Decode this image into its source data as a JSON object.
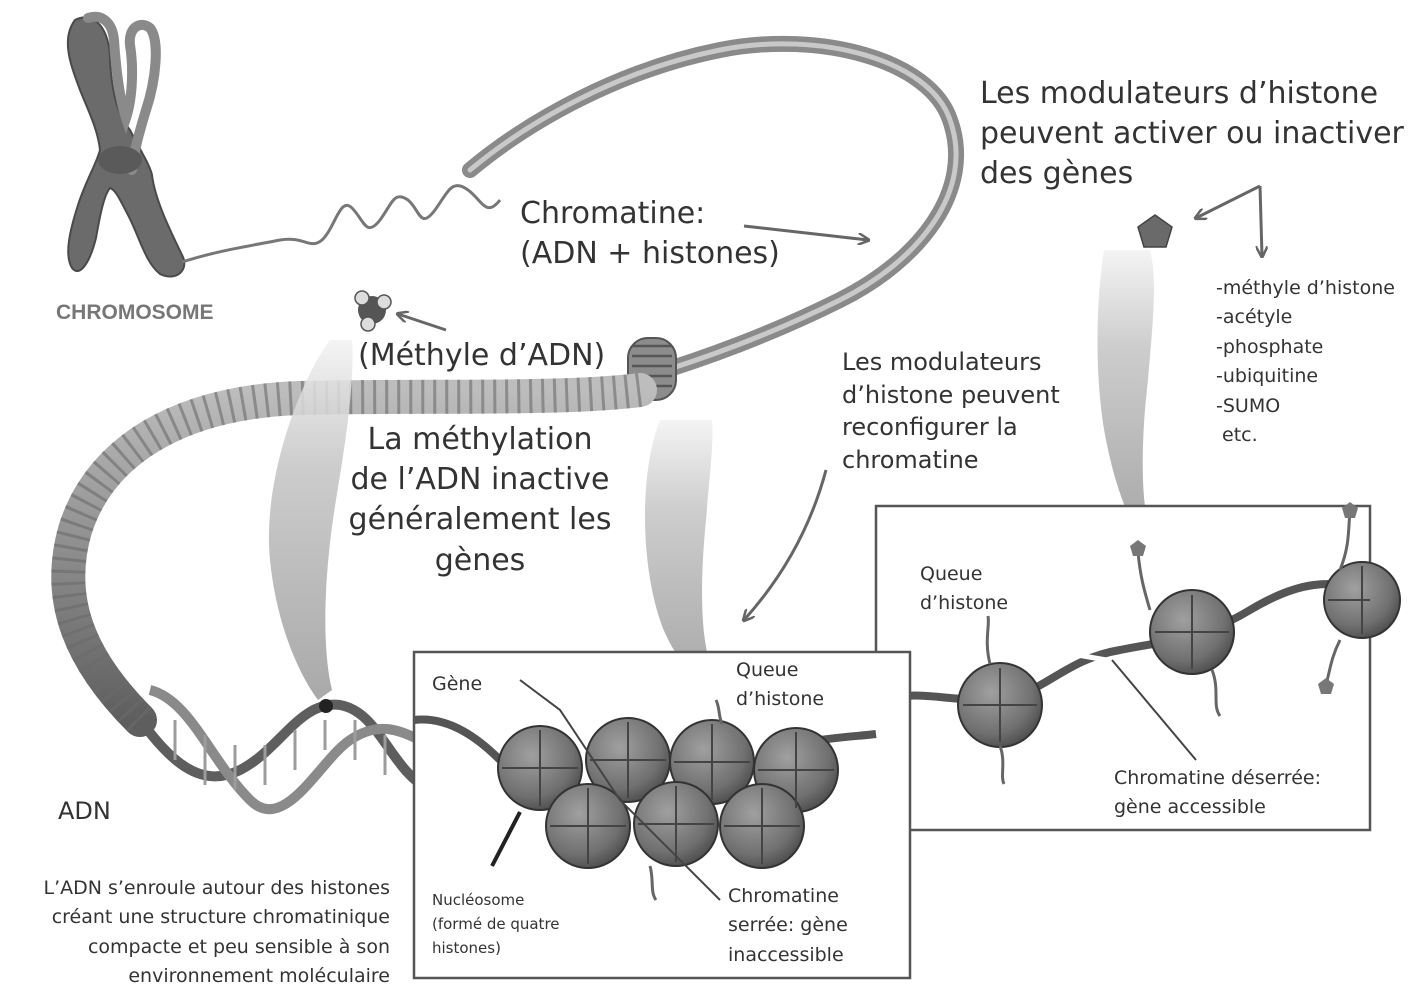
{
  "labels": {
    "chromosome": "CHROMOSOME",
    "chromatin": [
      "Chromatine:",
      "(ADN + histones)"
    ],
    "methyl_dna": "(Méthyle d’ADN)",
    "methylation_note": [
      "La méthylation",
      "de l’ADN inactive",
      "généralement les",
      "gènes"
    ],
    "modulators_top": [
      "Les modulateurs d’histone",
      "peuvent activer ou inactiver",
      "des gènes"
    ],
    "modifications": [
      "-méthyle d’histone",
      "-acétyle",
      "-phosphate",
      "-ubiquitine",
      "-SUMO",
      "etc."
    ],
    "modulators_mid": [
      "Les modulateurs",
      "d’histone peuvent",
      "reconfigurer la",
      "chromatine"
    ],
    "adn": "ADN",
    "adn_note": [
      "L’ADN s’enroule autour des histones",
      "créant une structure chromatinique",
      "compacte et peu sensible à son",
      "environnement moléculaire"
    ],
    "gene": "Gène",
    "histone_tail_left": [
      "Queue",
      "d’histone"
    ],
    "histone_tail_right": [
      "Queue",
      "d’histone"
    ],
    "nucleosome": [
      "Nucléosome",
      "(formé de quatre",
      "histones)"
    ],
    "tight_chromatin": [
      "Chromatine",
      "serrée: gène",
      "inaccessible"
    ],
    "open_chromatin": [
      "Chromatine déserrée:",
      "gène accessible"
    ]
  }
}
